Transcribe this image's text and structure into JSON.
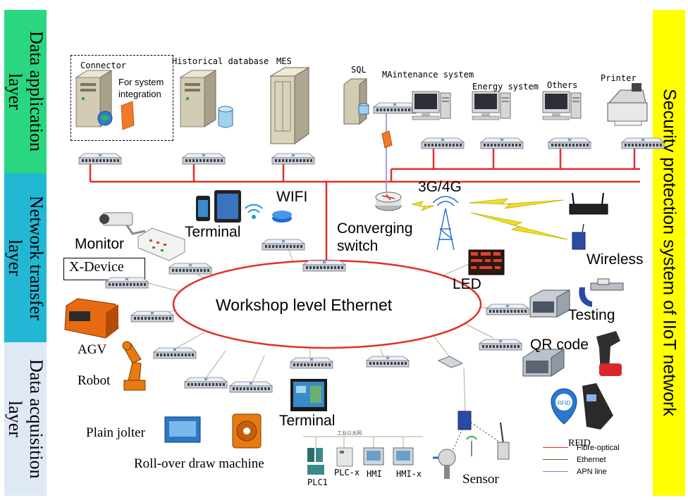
{
  "layers": {
    "application": "Data application\nlayer",
    "network": "Network transfer\nlayer",
    "acquisition": "Data acquisition\nlayer"
  },
  "security_label": "Security protection system of IIoT network",
  "ethernet_label": "Workshop level Ethernet",
  "nodes": {
    "connector": "Connector",
    "system_integration": "For system\nintegration",
    "historical_db": "Historical database",
    "mes": "MES",
    "sql": "SQL",
    "maintenance": "MAintenance system",
    "energy": "Energy system",
    "others": "Others",
    "printer": "Printer",
    "terminal_top": "Terminal",
    "wifi": "WIFI",
    "monitor": "Monitor",
    "x_device": "X-Device",
    "converging_switch": "Converging\nswitch",
    "mobile": "3G/4G",
    "wireless": "Wireless",
    "led": "LED",
    "testing": "Testing",
    "qr_code": "QR code",
    "rfid": "RFID",
    "agv": "AGV",
    "robot": "Robot",
    "plain_jolter": "Plain jolter",
    "roll_over": "Roll-over draw machine",
    "terminal_bottom": "Terminal",
    "plc1": "PLC1",
    "plcx": "PLC-x",
    "hmi": "HMI",
    "hmix": "HMI-x",
    "sensor": "Sensor",
    "industrial_bus": "工业以太网"
  },
  "legend": [
    {
      "label": "Fibre-optical",
      "color": "#e0302a"
    },
    {
      "label": "Ethernet",
      "color": "#5a6a2a"
    },
    {
      "label": "APN line",
      "color": "#8a80c8"
    }
  ],
  "colors": {
    "fibre": "#e0302a",
    "ethernet": "#9fb88a",
    "apn": "#8a80c8",
    "app_band": "#2ad67f",
    "net_band": "#22b7d4",
    "acq_band": "#dfe9f5",
    "security": "#ffff00"
  }
}
